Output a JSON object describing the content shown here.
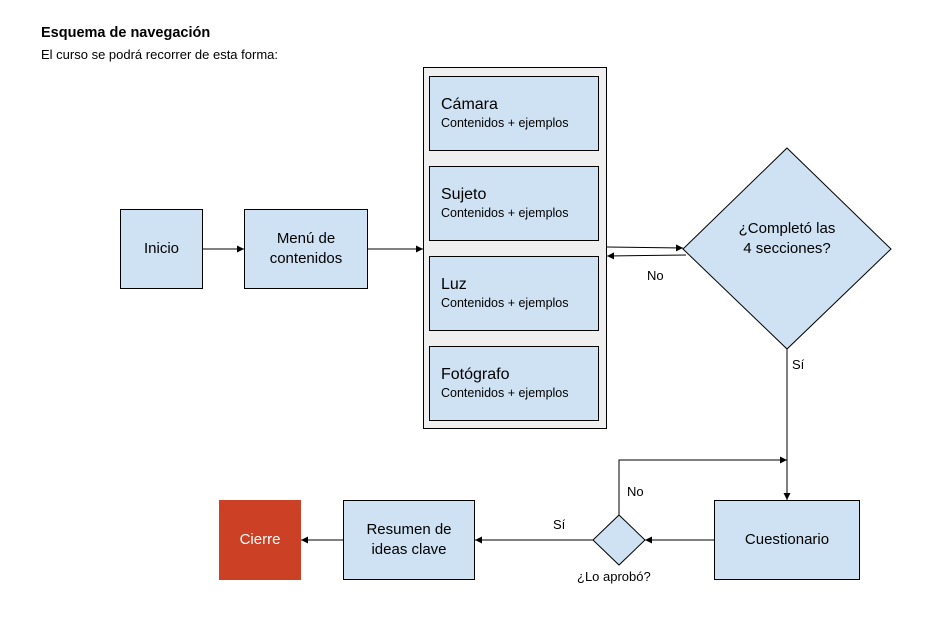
{
  "header": {
    "title": "Esquema de navegación",
    "subtitle": "El curso se podrá recorrer de esta forma:"
  },
  "nodes": {
    "inicio": "Inicio",
    "menu": "Menú de contenidos",
    "sections": [
      {
        "name": "Cámara",
        "desc": "Contenidos + ejemplos"
      },
      {
        "name": "Sujeto",
        "desc": "Contenidos + ejemplos"
      },
      {
        "name": "Luz",
        "desc": "Contenidos + ejemplos"
      },
      {
        "name": "Fotógrafo",
        "desc": "Contenidos + ejemplos"
      }
    ],
    "decision_complete": "¿Completó las 4 secciones?",
    "cuestionario": "Cuestionario",
    "decision_pass": "¿Lo aprobó?",
    "resumen": "Resumen de ideas clave",
    "cierre": "Cierre"
  },
  "edge_labels": {
    "complete_no": "No",
    "complete_yes": "Sí",
    "pass_no": "No",
    "pass_yes": "Sí"
  },
  "colors": {
    "box_fill": "#cfe2f3",
    "container_fill": "#efefef",
    "cierre_fill": "#cc4125",
    "line": "#000000"
  }
}
